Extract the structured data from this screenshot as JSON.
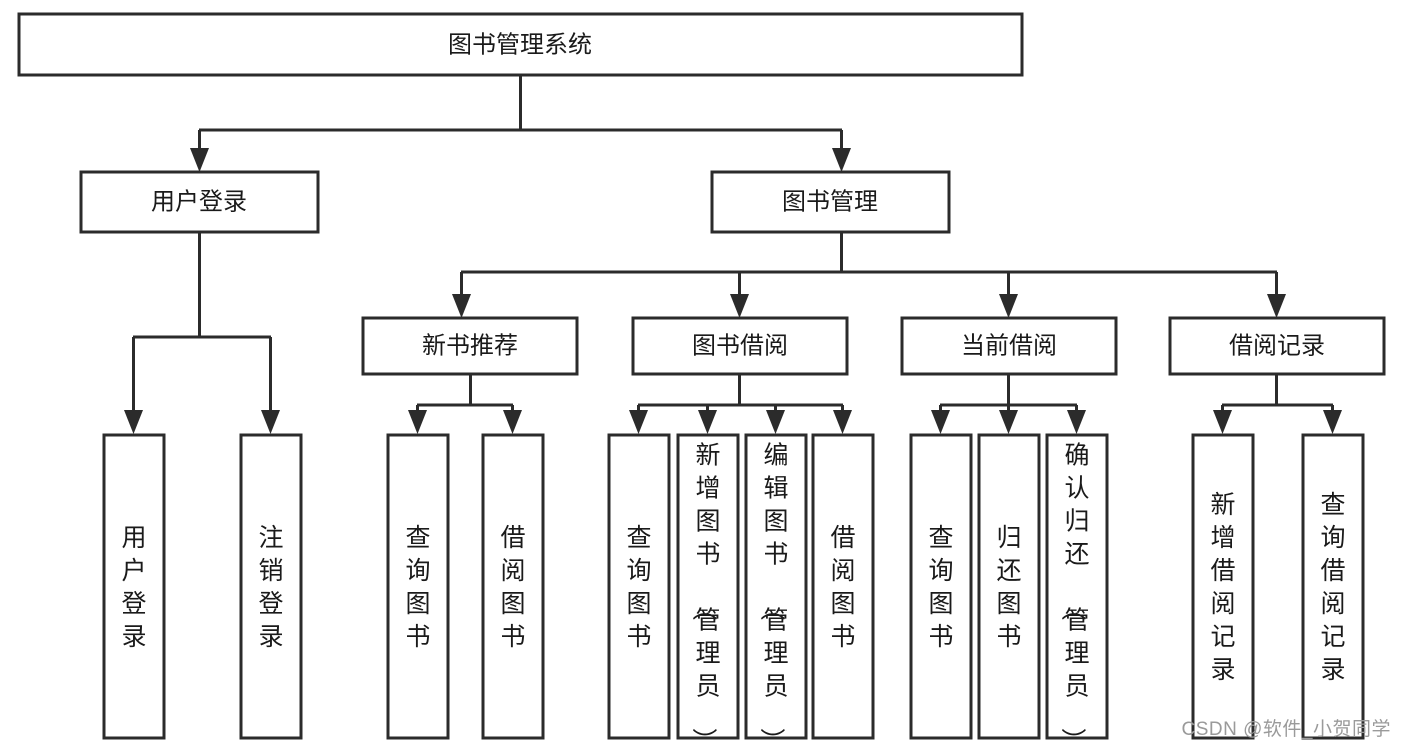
{
  "diagram": {
    "type": "tree-hierarchy",
    "title": "图书管理系统",
    "watermark": "CSDN @软件_小贺同学",
    "colors": {
      "stroke": "#2b2b2b",
      "fill": "#ffffff",
      "text": "#1a1a1a",
      "watermark": "#9a9a9a"
    },
    "levels": {
      "level1": [
        {
          "id": "root",
          "label": "图书管理系统",
          "orientation": "horizontal"
        }
      ],
      "level2": [
        {
          "id": "user-login",
          "label": "用户登录",
          "orientation": "horizontal",
          "parent": "root"
        },
        {
          "id": "book-manage",
          "label": "图书管理",
          "orientation": "horizontal",
          "parent": "root"
        }
      ],
      "level3": [
        {
          "id": "new-book-rec",
          "label": "新书推荐",
          "orientation": "horizontal",
          "parent": "book-manage"
        },
        {
          "id": "book-borrow",
          "label": "图书借阅",
          "orientation": "horizontal",
          "parent": "book-manage"
        },
        {
          "id": "current-borrow",
          "label": "当前借阅",
          "orientation": "horizontal",
          "parent": "book-manage"
        },
        {
          "id": "borrow-record",
          "label": "借阅记录",
          "orientation": "horizontal",
          "parent": "book-manage"
        }
      ],
      "level4": [
        {
          "id": "leaf-user-login",
          "label": "用户登录",
          "orientation": "vertical",
          "parent": "user-login"
        },
        {
          "id": "leaf-logout",
          "label": "注销登录",
          "orientation": "vertical",
          "parent": "user-login"
        },
        {
          "id": "leaf-query-book-1",
          "label": "查询图书",
          "orientation": "vertical",
          "parent": "new-book-rec"
        },
        {
          "id": "leaf-borrow-book-1",
          "label": "借阅图书",
          "orientation": "vertical",
          "parent": "new-book-rec"
        },
        {
          "id": "leaf-query-book-2",
          "label": "查询图书",
          "orientation": "vertical",
          "parent": "book-borrow"
        },
        {
          "id": "leaf-add-book",
          "label": "新增图书（管理员）",
          "orientation": "vertical",
          "parent": "book-borrow"
        },
        {
          "id": "leaf-edit-book",
          "label": "编辑图书（管理员）",
          "orientation": "vertical",
          "parent": "book-borrow"
        },
        {
          "id": "leaf-borrow-book-2",
          "label": "借阅图书",
          "orientation": "vertical",
          "parent": "book-borrow"
        },
        {
          "id": "leaf-query-book-3",
          "label": "查询图书",
          "orientation": "vertical",
          "parent": "current-borrow"
        },
        {
          "id": "leaf-return-book",
          "label": "归还图书",
          "orientation": "vertical",
          "parent": "current-borrow"
        },
        {
          "id": "leaf-confirm-return",
          "label": "确认归还（管理员）",
          "orientation": "vertical",
          "parent": "current-borrow"
        },
        {
          "id": "leaf-add-record",
          "label": "新增借阅记录",
          "orientation": "vertical",
          "parent": "borrow-record"
        },
        {
          "id": "leaf-query-record",
          "label": "查询借阅记录",
          "orientation": "vertical",
          "parent": "borrow-record"
        }
      ]
    }
  }
}
